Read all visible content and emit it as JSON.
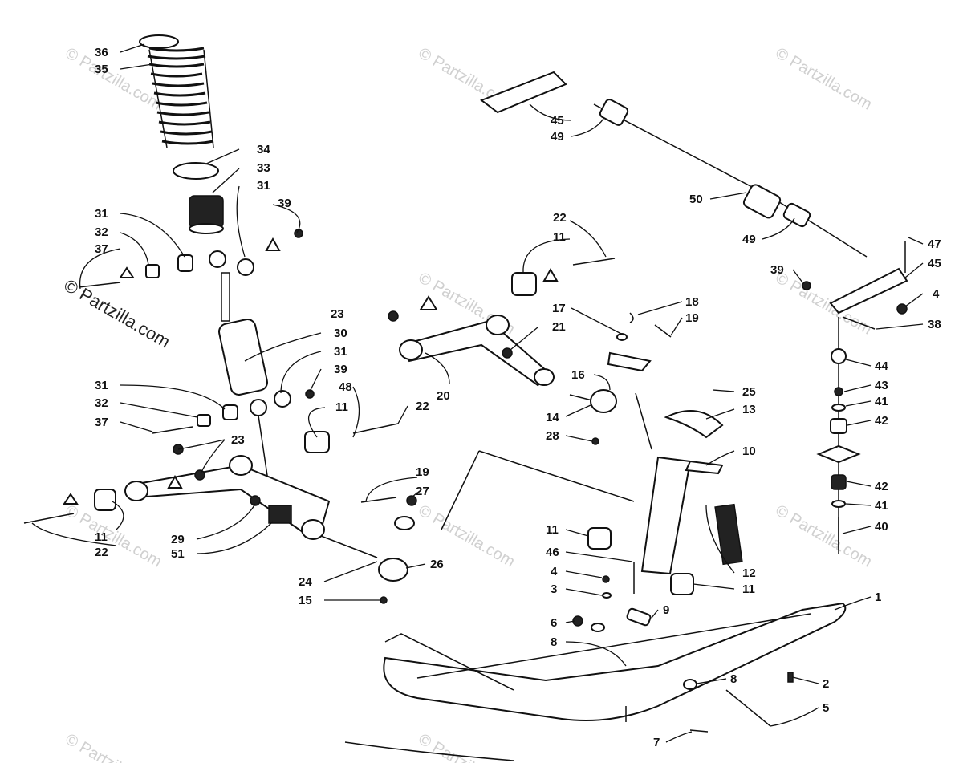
{
  "watermark": {
    "text": "© Partzilla.com",
    "main_text": "© Partzilla.com"
  },
  "callouts": {
    "c36": "36",
    "c35": "35",
    "c34": "34",
    "c33": "33",
    "c31a": "31",
    "c39a": "39",
    "c31b": "31",
    "c32a": "32",
    "c37a": "37",
    "c30": "30",
    "c31c": "31",
    "c39b": "39",
    "c31d": "31",
    "c32b": "32",
    "c37b": "37",
    "c48": "48",
    "c11a": "11",
    "c22a": "22",
    "c23a": "23",
    "c23b": "23",
    "c11b": "11",
    "c22b": "22",
    "c29": "29",
    "c51": "51",
    "c24": "24",
    "c26": "26",
    "c15": "15",
    "c19a": "19",
    "c27": "27",
    "c22c": "22",
    "c11c": "11",
    "c21": "21",
    "c20": "20",
    "c17": "17",
    "c18": "18",
    "c19b": "19",
    "c16": "16",
    "c14": "14",
    "c28": "28",
    "c25": "25",
    "c13": "13",
    "c10": "10",
    "c12": "12",
    "c11d": "11",
    "c46": "46",
    "c4a": "4",
    "c3": "3",
    "c6": "6",
    "c8a": "8",
    "c9": "9",
    "c11e": "11",
    "c1": "1",
    "c8b": "8",
    "c2": "2",
    "c5": "5",
    "c7": "7",
    "c45a": "45",
    "c49a": "49",
    "c50": "50",
    "c49b": "49",
    "c47": "47",
    "c45b": "45",
    "c39c": "39",
    "c4b": "4",
    "c38": "38",
    "c44": "44",
    "c43": "43",
    "c41a": "41",
    "c42a": "42",
    "c42b": "42",
    "c41b": "41",
    "c40": "40"
  }
}
